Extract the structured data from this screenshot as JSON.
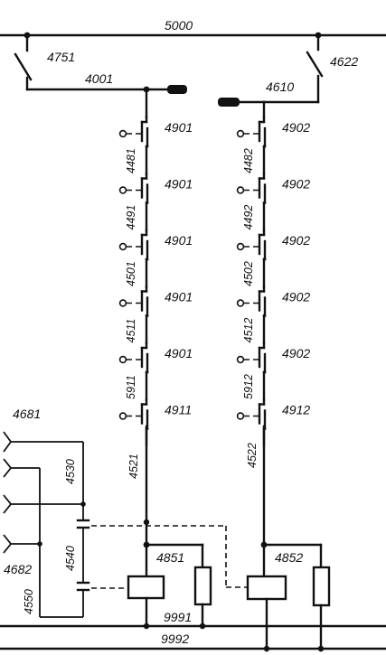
{
  "wires": {
    "top_bus": "5000",
    "bottom_bus_1": "9991",
    "bottom_bus_2": "9992",
    "left_feed": "4001",
    "right_feed": "4610",
    "left_chain_lower": "4521",
    "right_chain_lower": "4522",
    "left_ext_1": "4530",
    "left_ext_2": "4540",
    "left_ext_3": "4550"
  },
  "switches": {
    "left_main": "4751",
    "right_main": "4622"
  },
  "left_contacts": [
    "4901",
    "4901",
    "4901",
    "4901",
    "4901",
    "4911"
  ],
  "left_links": [
    "4481",
    "4491",
    "4501",
    "4511",
    "5911"
  ],
  "right_contacts": [
    "4902",
    "4902",
    "4902",
    "4902",
    "4902",
    "4912"
  ],
  "right_links": [
    "4482",
    "4492",
    "4502",
    "4512",
    "5912"
  ],
  "connectors": {
    "top_left": "4681",
    "bottom_left": "4682"
  },
  "relays": {
    "left": "4851",
    "right": "4852"
  }
}
